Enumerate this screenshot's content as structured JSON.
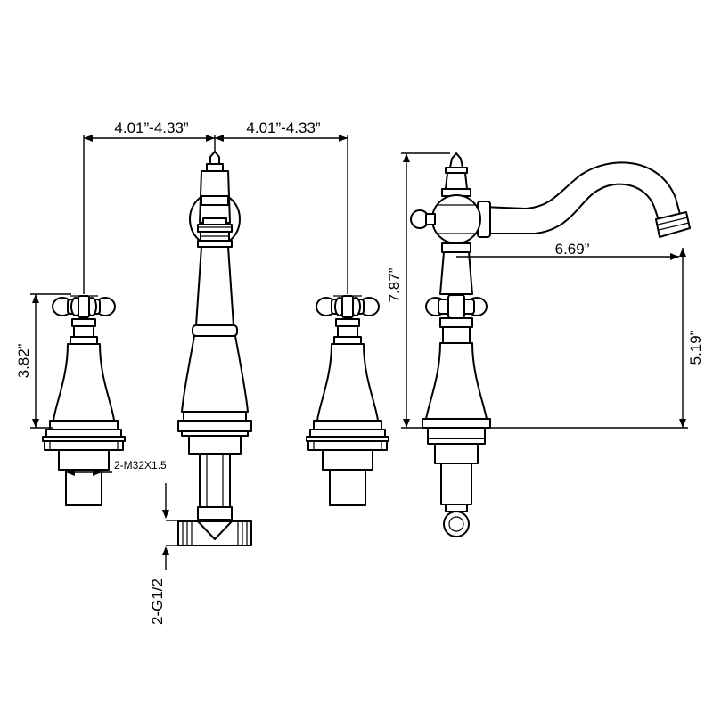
{
  "dimensions": {
    "spread_left": "4.01”-4.33”",
    "spread_right": "4.01”-4.33”",
    "handle_height": "3.82”",
    "overall_height": "7.87”",
    "spout_reach": "6.69”",
    "spout_height": "5.19”",
    "thread_valve": "2-M32X1.5",
    "thread_inlet": "2-G1/2"
  }
}
